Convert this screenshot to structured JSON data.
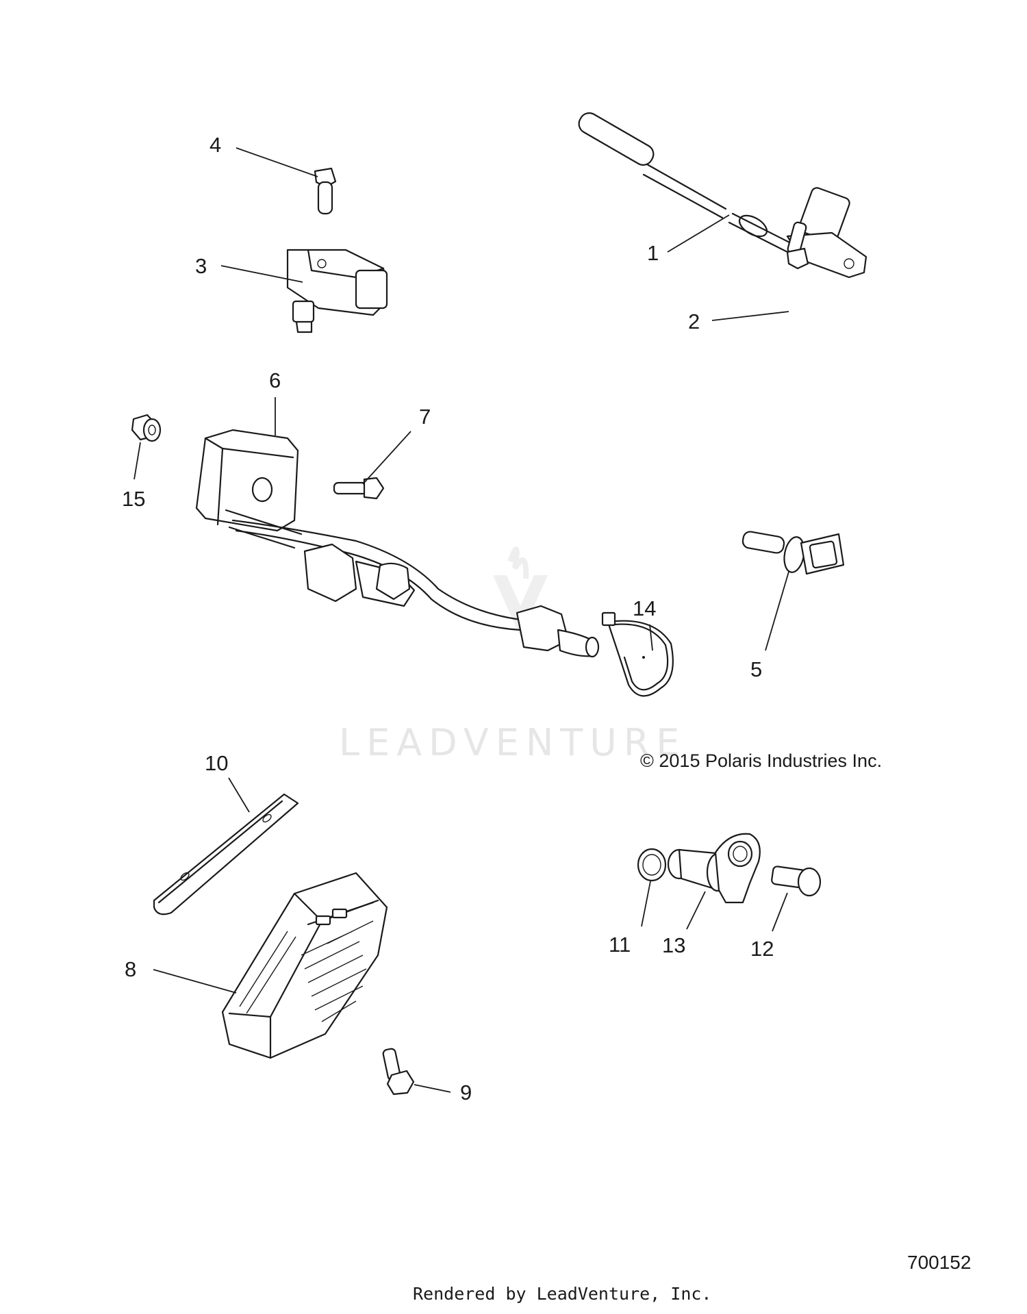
{
  "copyright": "© 2015 Polaris Industries Inc.",
  "diagram_id": "700152",
  "rendered_by": "Rendered by LeadVenture, Inc.",
  "watermark": "LEADVENTURE",
  "callouts": {
    "c1": "1",
    "c2": "2",
    "c3": "3",
    "c4": "4",
    "c5": "5",
    "c6": "6",
    "c7": "7",
    "c8": "8",
    "c9": "9",
    "c10": "10",
    "c11": "11",
    "c12": "12",
    "c13": "13",
    "c14": "14",
    "c15": "15"
  }
}
